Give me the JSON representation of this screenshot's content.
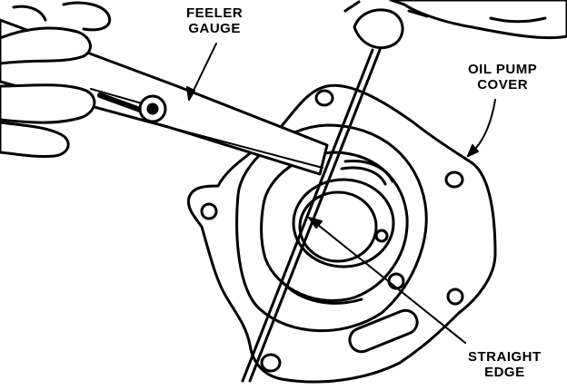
{
  "labels": {
    "feeler_gauge": [
      "FEELER",
      "GAUGE"
    ],
    "oil_pump_cover": [
      "OIL PUMP",
      "COVER"
    ],
    "straight_edge": [
      "STRAIGHT",
      "EDGE"
    ]
  },
  "colors": {
    "ink": "#000000",
    "paper": "#ffffff"
  }
}
